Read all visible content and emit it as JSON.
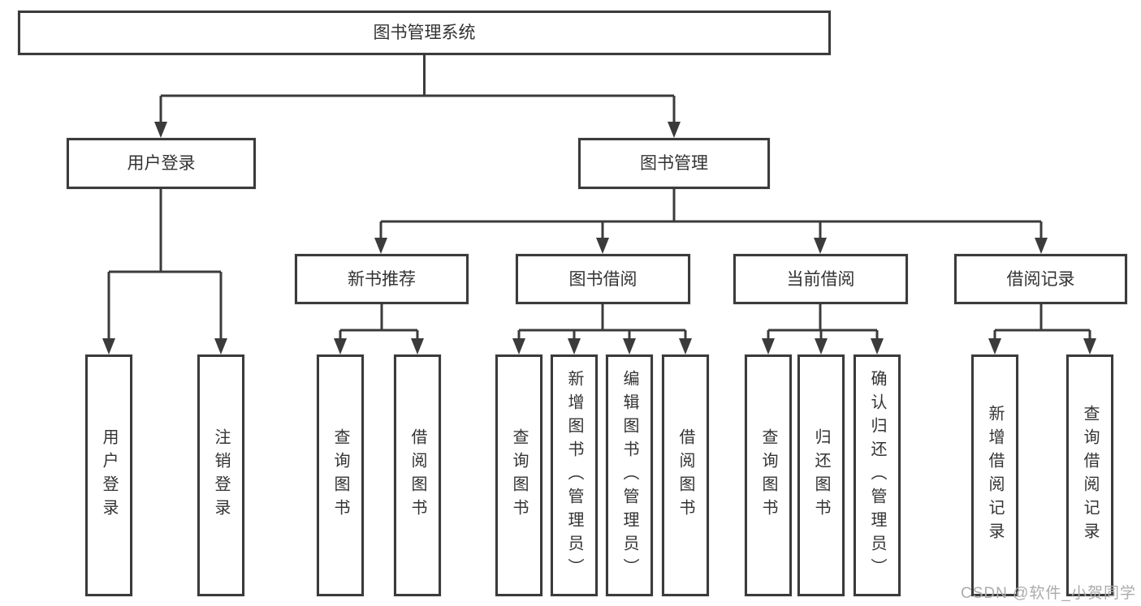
{
  "title": "图书管理系统",
  "watermark": "CSDN @软件_小贺同学",
  "colors": {
    "line": "#3b3b3b",
    "text": "#333333",
    "background": "#ffffff",
    "watermark": "#ababab"
  },
  "nodes": {
    "root": {
      "label": "图书管理系统"
    },
    "user_login": {
      "label": "用户登录"
    },
    "book_mgmt": {
      "label": "图书管理"
    },
    "new_book_rec": {
      "label": "新书推荐"
    },
    "book_borrow": {
      "label": "图书借阅"
    },
    "current_borrow": {
      "label": "当前借阅"
    },
    "borrow_records": {
      "label": "借阅记录"
    },
    "leaf_user_login": {
      "label": "用户登录"
    },
    "leaf_logout": {
      "label": "注销登录"
    },
    "leaf_nbr_query": {
      "label": "查询图书"
    },
    "leaf_nbr_borrow": {
      "label": "借阅图书"
    },
    "leaf_bb_query": {
      "label": "查询图书"
    },
    "leaf_bb_add": {
      "label": "新增图书（管理员）"
    },
    "leaf_bb_edit": {
      "label": "编辑图书（管理员）"
    },
    "leaf_bb_borrow": {
      "label": "借阅图书"
    },
    "leaf_cb_query": {
      "label": "查询图书"
    },
    "leaf_cb_return": {
      "label": "归还图书"
    },
    "leaf_cb_confirm": {
      "label": "确认归还（管理员）"
    },
    "leaf_br_add": {
      "label": "新增借阅记录"
    },
    "leaf_br_query": {
      "label": "查询借阅记录"
    }
  },
  "edges": [
    [
      "图书管理系统",
      "用户登录"
    ],
    [
      "图书管理系统",
      "图书管理"
    ],
    [
      "用户登录",
      "用户登录"
    ],
    [
      "用户登录",
      "注销登录"
    ],
    [
      "图书管理",
      "新书推荐"
    ],
    [
      "图书管理",
      "图书借阅"
    ],
    [
      "图书管理",
      "当前借阅"
    ],
    [
      "图书管理",
      "借阅记录"
    ],
    [
      "新书推荐",
      "查询图书"
    ],
    [
      "新书推荐",
      "借阅图书"
    ],
    [
      "图书借阅",
      "查询图书"
    ],
    [
      "图书借阅",
      "新增图书（管理员）"
    ],
    [
      "图书借阅",
      "编辑图书（管理员）"
    ],
    [
      "图书借阅",
      "借阅图书"
    ],
    [
      "当前借阅",
      "查询图书"
    ],
    [
      "当前借阅",
      "归还图书"
    ],
    [
      "当前借阅",
      "确认归还（管理员）"
    ],
    [
      "借阅记录",
      "新增借阅记录"
    ],
    [
      "借阅记录",
      "查询借阅记录"
    ]
  ]
}
